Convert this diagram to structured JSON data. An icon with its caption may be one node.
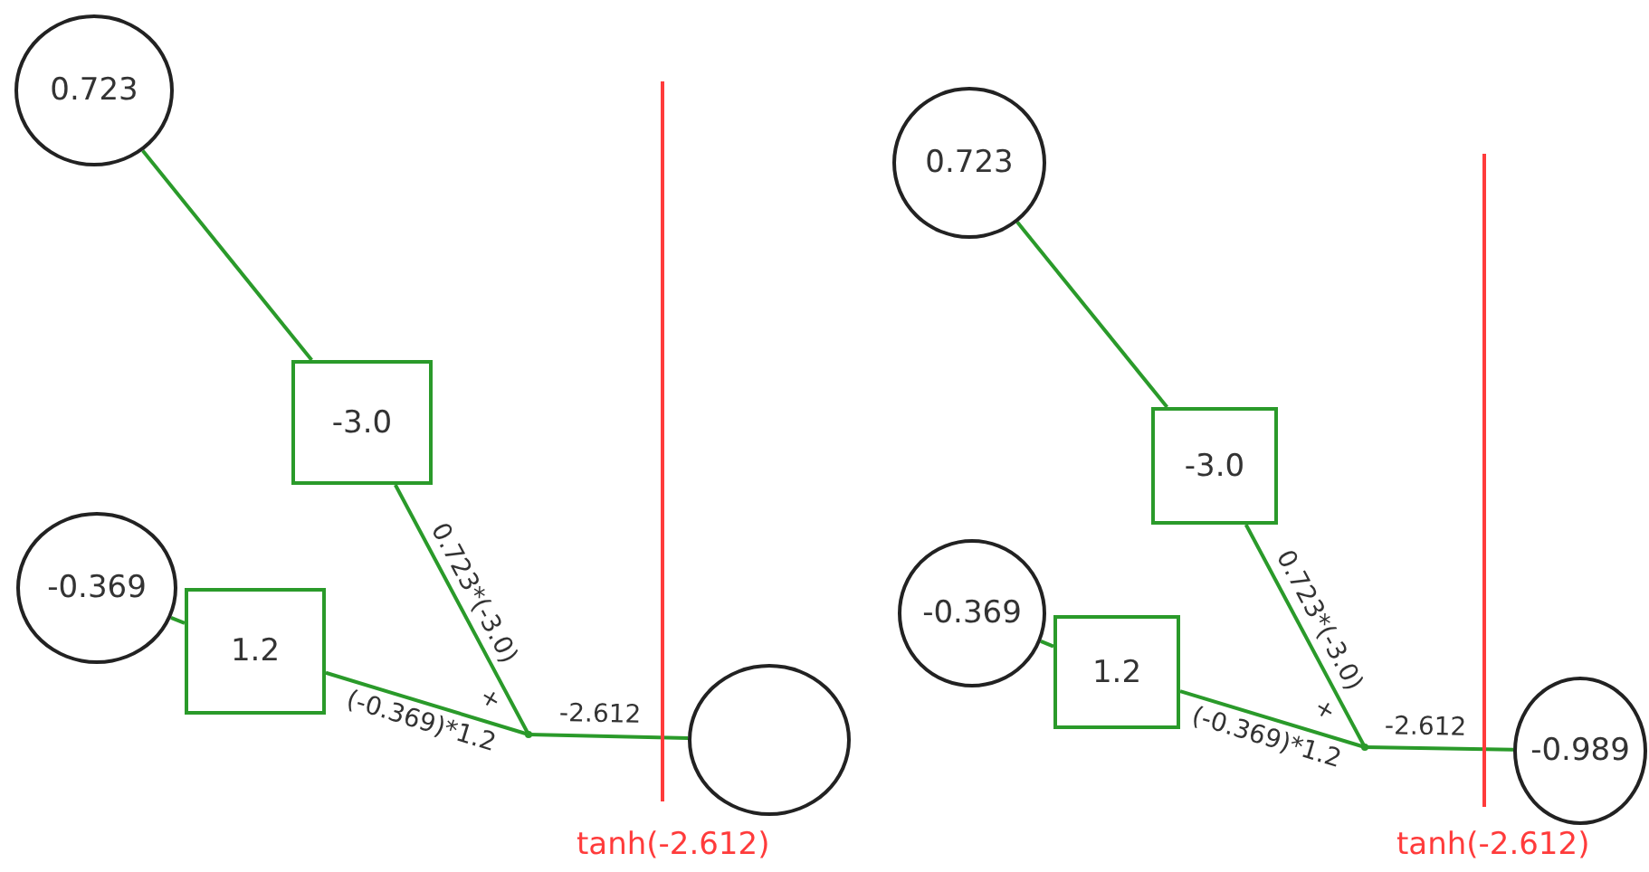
{
  "diagram": {
    "nodes": [
      {
        "text": [
          "0.723"
        ]
      },
      {
        "text": [
          "-3.0"
        ]
      },
      {
        "text": [
          "-0.369"
        ]
      },
      {
        "text": [
          "1.2"
        ]
      },
      {
        "text": [],
        "shape": "point"
      },
      {
        "text": [],
        "shape": "circle"
      },
      {
        "text": [
          "0.723"
        ]
      },
      {
        "text": [
          "-3.0"
        ]
      },
      {
        "text": [
          "-0.369"
        ]
      },
      {
        "text": [
          "1.2"
        ]
      },
      {
        "text": [],
        "shape": "point"
      },
      {
        "text": [
          "-0.989"
        ]
      }
    ],
    "edges": [
      {
        "from": 0,
        "to": 1,
        "arrow": "none"
      },
      {
        "from": 1,
        "to": 4,
        "arrow": "none",
        "label": "0.723*(-3.0)"
      },
      {
        "from": 2,
        "to": 3,
        "arrow": "none"
      },
      {
        "from": 3,
        "to": 4,
        "arrow": "none",
        "label": "(-0.369)*1.2"
      },
      {
        "from": 4,
        "to": 5,
        "arrow": "none",
        "label": "-2.612"
      },
      {
        "from": 6,
        "to": 7,
        "arrow": "none"
      },
      {
        "from": 7,
        "to": 10,
        "arrow": "none",
        "label": "0.723*(-3.0)"
      },
      {
        "from": 8,
        "to": 9,
        "arrow": "none"
      },
      {
        "from": 9,
        "to": 10,
        "arrow": "none",
        "label": "(-0.369)*1.2"
      },
      {
        "from": 10,
        "to": 11,
        "arrow": "none",
        "label": "-2.612"
      }
    ],
    "labels": [
      "+",
      "tanh(-2.612)",
      "+",
      "tanh(-2.612)"
    ]
  }
}
